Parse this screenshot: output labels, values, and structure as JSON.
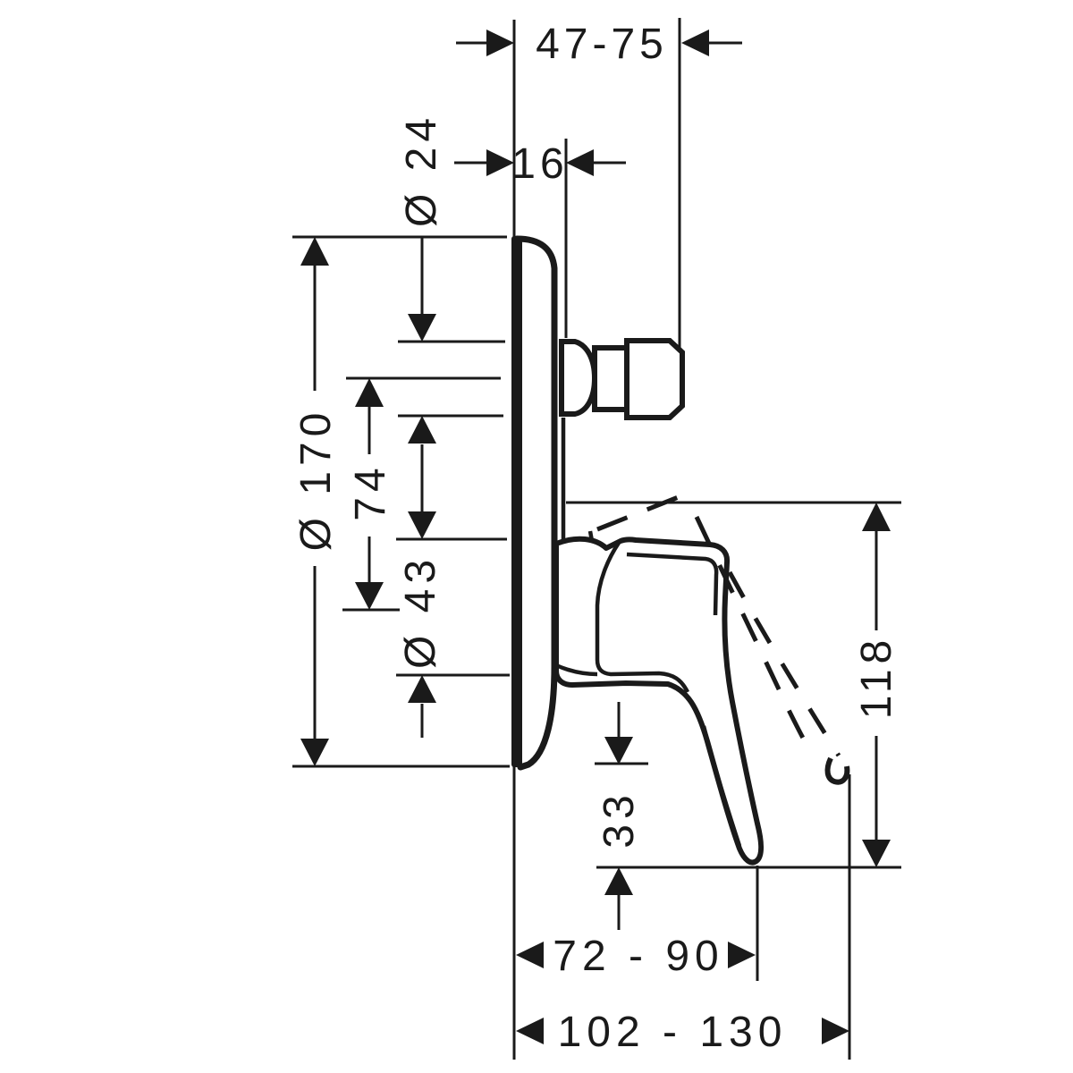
{
  "figure": {
    "kind": "technical-dimension-drawing",
    "view": "side",
    "line_color": "#1a1a1a",
    "background_color": "#ffffff"
  },
  "labels": {
    "dim_depth_range": "47-75",
    "dim_plate_depth": "16",
    "dim_spout_diameter": "Ø 24",
    "dim_plate_diameter": "Ø 170",
    "dim_axis_distance": "74",
    "dim_hub_diameter": "Ø 43",
    "dim_handle_height": "118",
    "dim_handle_drop": "33",
    "dim_reach_inner": "72 - 90",
    "dim_reach_outer": "102 - 130"
  }
}
